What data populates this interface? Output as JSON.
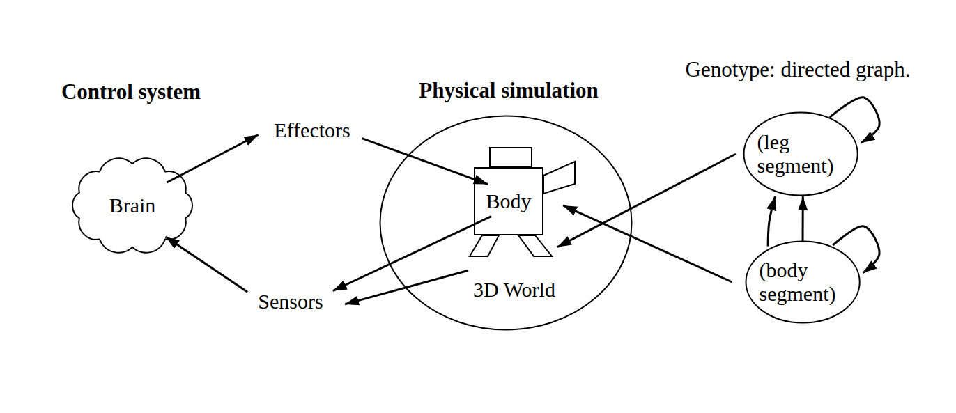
{
  "diagram": {
    "nodes": [
      {
        "text": [
          "Brain"
        ]
      },
      {
        "text": [
          "Effectors"
        ]
      },
      {
        "text": [
          "Sensors"
        ]
      },
      {
        "text": [
          "3D World"
        ]
      },
      {
        "text": [
          "Body"
        ],
        "in": 3
      },
      {
        "text": [
          "(leg segment)"
        ]
      },
      {
        "text": [
          "(body segment)"
        ]
      }
    ],
    "edges": [
      {
        "from": 0,
        "to": 1,
        "arrow": "to"
      },
      {
        "from": 1,
        "to": 4,
        "arrow": "to"
      },
      {
        "from": 4,
        "to": 2,
        "arrow": "to"
      },
      {
        "from": 3,
        "to": 2,
        "arrow": "to"
      },
      {
        "from": 2,
        "to": 0,
        "arrow": "to"
      },
      {
        "from": 5,
        "to": 4,
        "arrow": "to"
      },
      {
        "from": 6,
        "to": 4,
        "arrow": "to"
      },
      {
        "from": 6,
        "to": 5,
        "arrow": "to"
      },
      {
        "from": 6,
        "to": 5,
        "arrow": "to"
      },
      {
        "from": 5,
        "to": 5,
        "arrow": "to"
      },
      {
        "from": 6,
        "to": 6,
        "arrow": "to"
      }
    ],
    "labels": [
      "Control system",
      "Physical simulation",
      "Genotype: directed graph."
    ]
  }
}
